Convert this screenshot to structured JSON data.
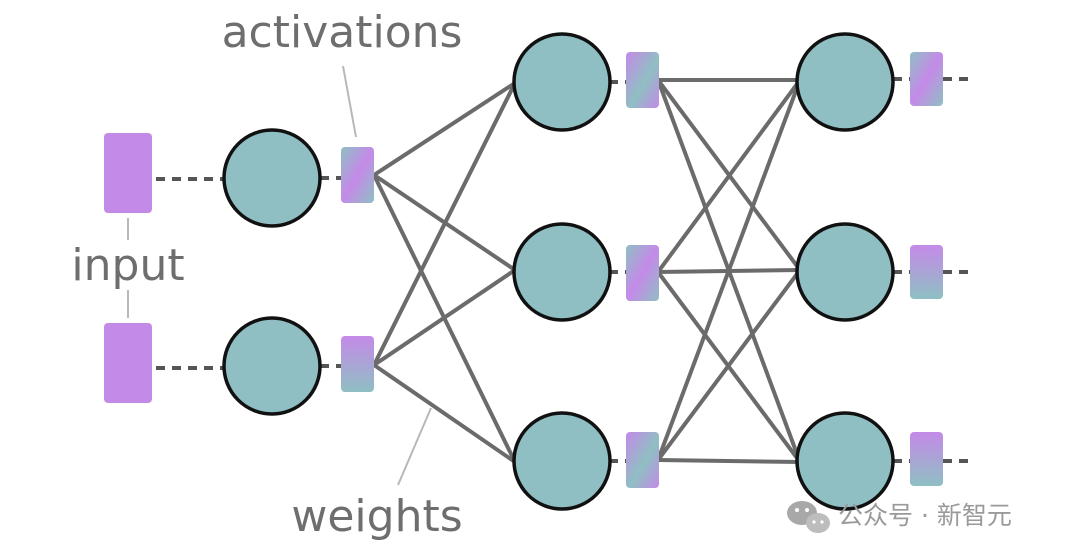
{
  "labels": {
    "activations": "activations",
    "input": "input",
    "weights": "weights"
  },
  "watermark": {
    "text": "公众号 · 新智元",
    "icon": "wechat-icon"
  },
  "network": {
    "input_count": 2,
    "layer_sizes": [
      2,
      3,
      3
    ],
    "trailing_ellipsis": true
  },
  "colors": {
    "neuron_fill": "#8fbfc3",
    "neuron_stroke": "#111111",
    "input_fill": "#c48ae8",
    "activation_purple": "#c48ae8",
    "activation_teal": "#8fbfc3",
    "edge": "#6b6b6b",
    "dashed_link": "#555555",
    "label_text": "#6e6e6e",
    "leader_line": "#b8b8b8"
  }
}
